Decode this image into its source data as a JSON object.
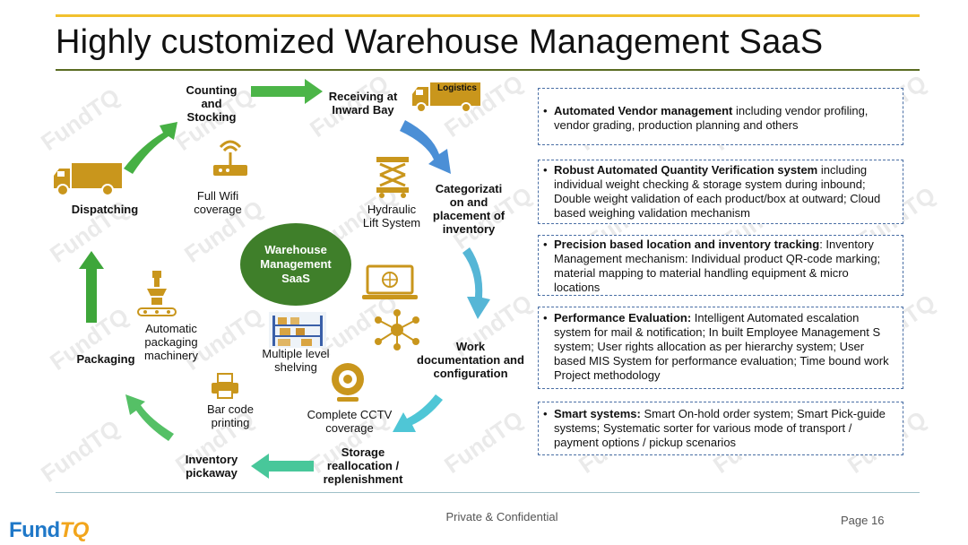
{
  "header": {
    "title": "Highly customized Warehouse Management SaaS"
  },
  "cycle": {
    "center": "Warehouse Management SaaS",
    "stages": {
      "counting": "Counting and Stocking",
      "receiving": "Receiving at Inward Bay",
      "categorization": "Categorizati on and placement of inventory",
      "work_docs": "Work documentation and configuration",
      "storage": "Storage reallocation / replenishment",
      "pickaway": "Inventory pickaway",
      "packaging": "Packaging",
      "dispatching": "Dispatching"
    },
    "truck_badge": "Logistics",
    "features": {
      "wifi": "Full Wifi coverage",
      "hydraulic": "Hydraulic Lift System",
      "automatic_packaging": "Automatic packaging machinery",
      "shelving": "Multiple level shelving",
      "barcode": "Bar code printing",
      "cctv": "Complete CCTV coverage"
    }
  },
  "bullets": [
    {
      "bold": "Automated Vendor management",
      "text": " including vendor profiling, vendor grading, production planning and others"
    },
    {
      "bold": "Robust Automated Quantity Verification system",
      "text": " including individual weight checking & storage system during inbound; Double weight validation of each product/box at outward; Cloud based weighing validation mechanism"
    },
    {
      "bold": "Precision based location and inventory tracking",
      "text": ": Inventory Management mechanism: Individual product QR-code marking; material mapping to material handling equipment & micro locations"
    },
    {
      "bold": "Performance Evaluation:",
      "text": " Intelligent Automated escalation system for mail & notification; In built Employee Management S system; User rights allocation as per hierarchy system; User based MIS System for performance evaluation; Time bound work Project methodology"
    },
    {
      "bold": "Smart systems:",
      "text": " Smart On-hold order system; Smart Pick-guide systems; Systematic sorter for various mode of transport / payment options / pickup scenarios"
    }
  ],
  "bullet_char": "•",
  "footer": {
    "confidential": "Private & Confidential",
    "page": "Page 16"
  },
  "logo": {
    "part1": "Fund",
    "part2": "TQ"
  },
  "watermark": "FundTQ",
  "colors": {
    "accent_yellow": "#f2c12e",
    "center_green": "#3f7f2a",
    "truck_gold": "#c9961c",
    "box_border": "#4a6fa5"
  }
}
